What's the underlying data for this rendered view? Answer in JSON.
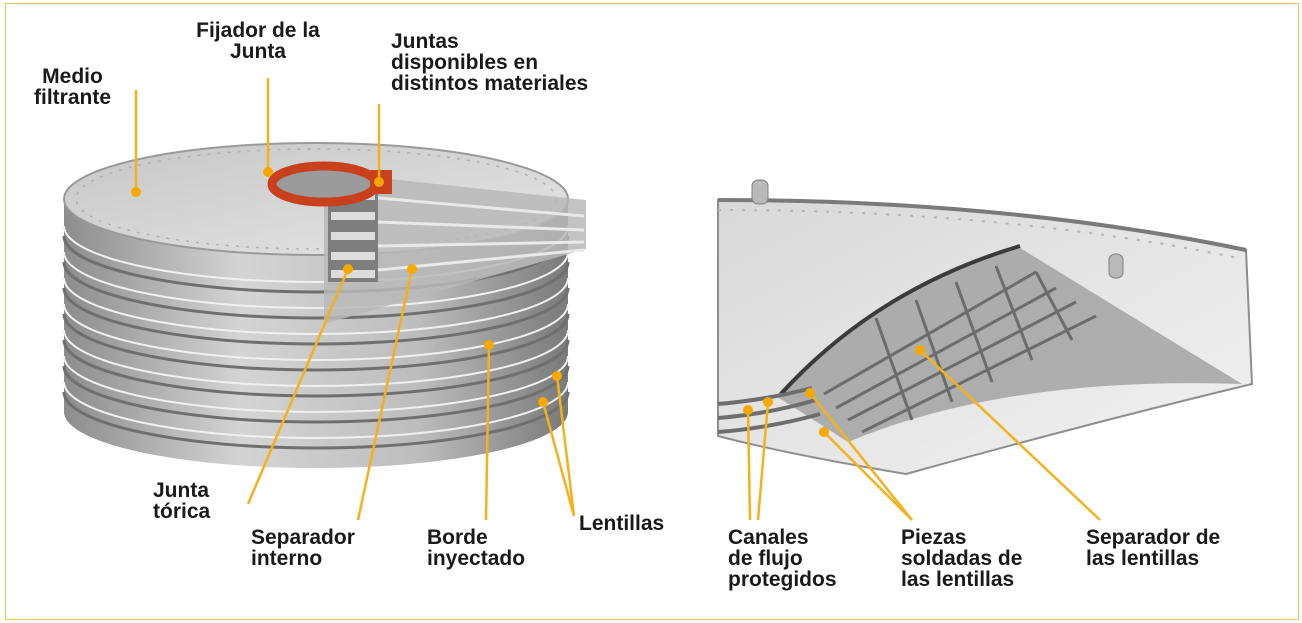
{
  "colors": {
    "frame_border": "#e8c85a",
    "callout": "#f4b11c",
    "callout_dot": "#f6a800",
    "gasket": "#c8401c",
    "disc": "#d9d9d9"
  },
  "labels": {
    "medio_filtrante": [
      "Medio",
      "filtrante"
    ],
    "fijador_junta": [
      "Fijador de la",
      "Junta"
    ],
    "juntas_disponibles": [
      "Juntas",
      "disponibles en",
      "distintos materiales"
    ],
    "junta_torica": [
      "Junta",
      "tórica"
    ],
    "separador_interno": [
      "Separador",
      "interno"
    ],
    "borde_inyectado": [
      "Borde",
      "inyectado"
    ],
    "lentillas": [
      "Lentillas"
    ],
    "canales_flujo": [
      "Canales",
      "de flujo",
      "protegidos"
    ],
    "piezas_soldadas": [
      "Piezas",
      "soldadas de",
      "las lentillas"
    ],
    "separador_lentillas": [
      "Separador de",
      "las lentillas"
    ]
  }
}
